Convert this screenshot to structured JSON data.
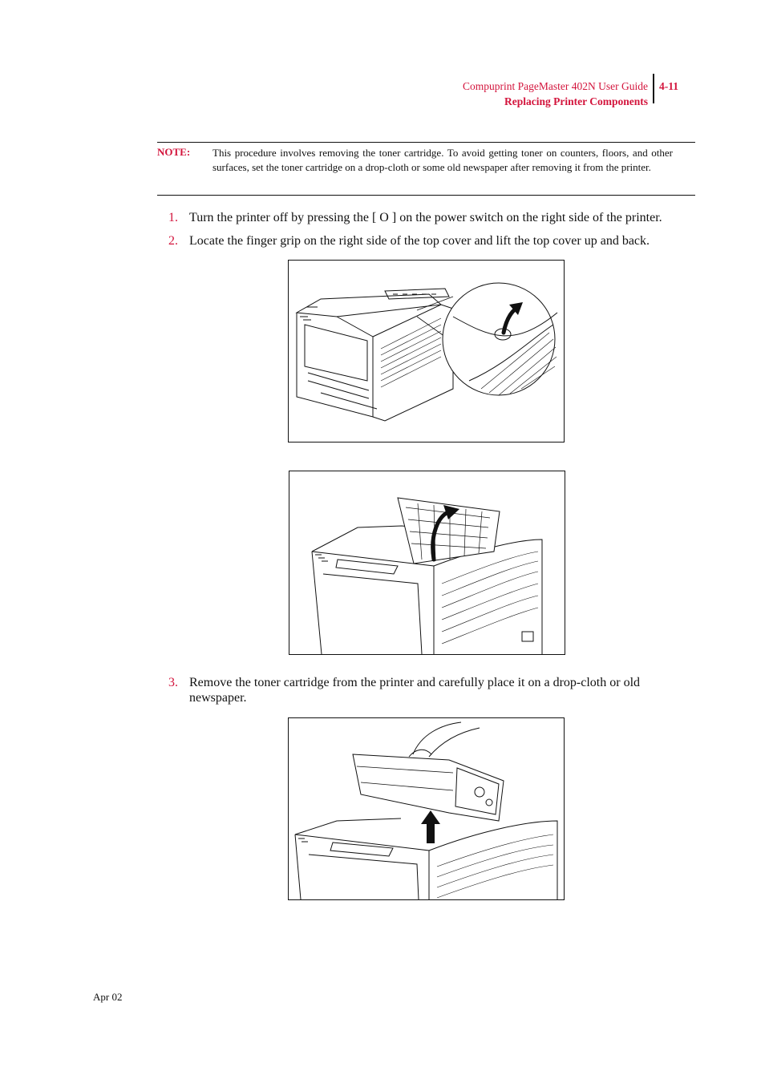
{
  "header": {
    "guide_title": "Compuprint PageMaster 402N User Guide",
    "section_title": "Replacing Printer Components",
    "page_number": "4-11"
  },
  "note": {
    "label": "NOTE:",
    "text": "This procedure involves removing the toner cartridge. To avoid getting toner on counters, floors, and other surfaces, set the toner cartridge on a drop-cloth or some old newspaper after removing it from the printer."
  },
  "steps": [
    {
      "number": "1.",
      "text": "Turn the printer off by pressing the [ O ] on the power switch on the right side of the printer."
    },
    {
      "number": "2.",
      "text": "Locate the finger grip on the right side of the top cover and lift the top cover up and back."
    },
    {
      "number": "3.",
      "text": "Remove the toner cartridge from the printer and carefully place it on a drop-cloth or old newspaper."
    }
  ],
  "footer": {
    "date": "Apr 02"
  }
}
